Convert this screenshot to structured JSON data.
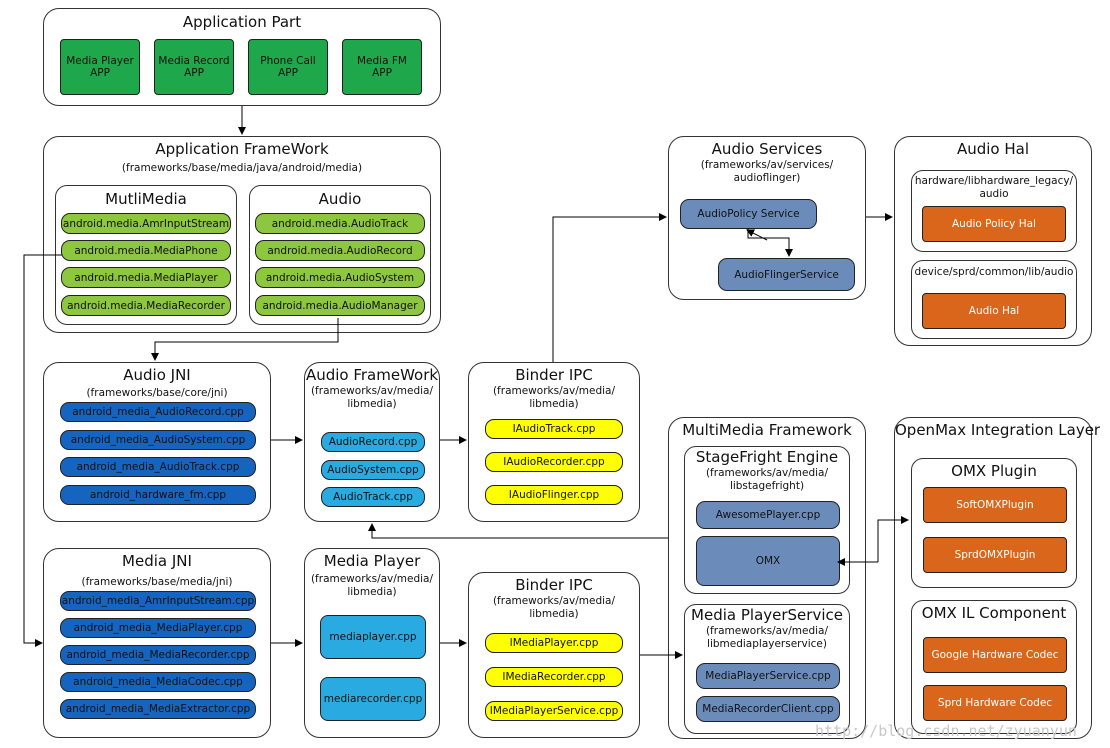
{
  "app_part": {
    "title": "Application Part",
    "apps": [
      "Media Player\nAPP",
      "Media Record\nAPP",
      "Phone Call\nAPP",
      "Media FM\nAPP"
    ]
  },
  "app_fw": {
    "title": "Application FrameWork",
    "path": "(frameworks/base/media/java/android/media)",
    "multimedia": {
      "title": "MutliMedia",
      "items": [
        "android.media.AmrInputStream",
        "android.media.MediaPhone",
        "android.media.MediaPlayer",
        "android.media.MediaRecorder"
      ]
    },
    "audio": {
      "title": "Audio",
      "items": [
        "android.media.AudioTrack",
        "android.media.AudioRecord",
        "android.media.AudioSystem",
        "android.media.AudioManager"
      ]
    }
  },
  "audio_services": {
    "title": "Audio Services",
    "path": "(frameworks/av/services/\naudioflinger)",
    "items": [
      "AudioPolicy Service",
      "AudioFlingerService"
    ]
  },
  "audio_hal": {
    "title": "Audio Hal",
    "g1": {
      "path": "hardware/libhardware_legacy/\naudio",
      "item": "Audio Policy Hal"
    },
    "g2": {
      "path": "device/sprd/common/lib/audio",
      "item": "Audio Hal"
    }
  },
  "audio_jni": {
    "title": "Audio JNI",
    "path": "(frameworks/base/core/jni)",
    "items": [
      "android_media_AudioRecord.cpp",
      "android_media_AudioSystem.cpp",
      "android_media_AudioTrack.cpp",
      "android_hardware_fm.cpp"
    ]
  },
  "audio_fw": {
    "title": "Audio FrameWork",
    "path": "(frameworks/av/media/\nlibmedia)",
    "items": [
      "AudioRecord.cpp",
      "AudioSystem.cpp",
      "AudioTrack.cpp"
    ]
  },
  "binder1": {
    "title": "Binder IPC",
    "path": "(frameworks/av/media/\nlibmedia)",
    "items": [
      "IAudioTrack.cpp",
      "IAudioRecorder.cpp",
      "IAudioFlinger.cpp"
    ]
  },
  "mm_fw": {
    "title": "MultiMedia Framework",
    "sf": {
      "title": "StageFright Engine",
      "path": "(frameworks/av/media/\nlibstagefright)",
      "items": [
        "AwesomePlayer.cpp",
        "OMX"
      ]
    },
    "mps": {
      "title": "Media PlayerService",
      "path": "(frameworks/av/media/\nlibmediaplayerservice)",
      "items": [
        "MediaPlayerService.cpp",
        "MediaRecorderClient.cpp"
      ]
    }
  },
  "openmax": {
    "title": "OpenMax Integration Layer",
    "plugin": {
      "title": "OMX Plugin",
      "items": [
        "SoftOMXPlugin",
        "SprdOMXPlugin"
      ]
    },
    "il": {
      "title": "OMX IL Component",
      "items": [
        "Google Hardware Codec",
        "Sprd Hardware Codec"
      ]
    }
  },
  "media_jni": {
    "title": "Media JNI",
    "path": "(frameworks/base/media/jni)",
    "items": [
      "android_media_AmrInputStream.cpp",
      "android_media_MediaPlayer.cpp",
      "android_media_MediaRecorder.cpp",
      "android_media_MediaCodec.cpp",
      "android_media_MediaExtractor.cpp"
    ]
  },
  "media_player": {
    "title": "Media Player",
    "path": "(frameworks/av/media/\nlibmedia)",
    "items": [
      "mediaplayer.cpp",
      "mediarecorder.cpp"
    ]
  },
  "binder2": {
    "title": "Binder IPC",
    "path": "(frameworks/av/media/\nlibmedia)",
    "items": [
      "IMediaPlayer.cpp",
      "IMediaRecorder.cpp",
      "IMediaPlayerService.cpp"
    ]
  },
  "watermark": "http://blog.csdn.net/zyuanyun",
  "colors": {
    "green": "#1fa84b",
    "light_green": "#8dc63f",
    "dark_blue": "#1565c0",
    "light_blue": "#29abe2",
    "yellow": "#ffff00",
    "steel_blue": "#6b8cba",
    "orange": "#d9661a"
  }
}
